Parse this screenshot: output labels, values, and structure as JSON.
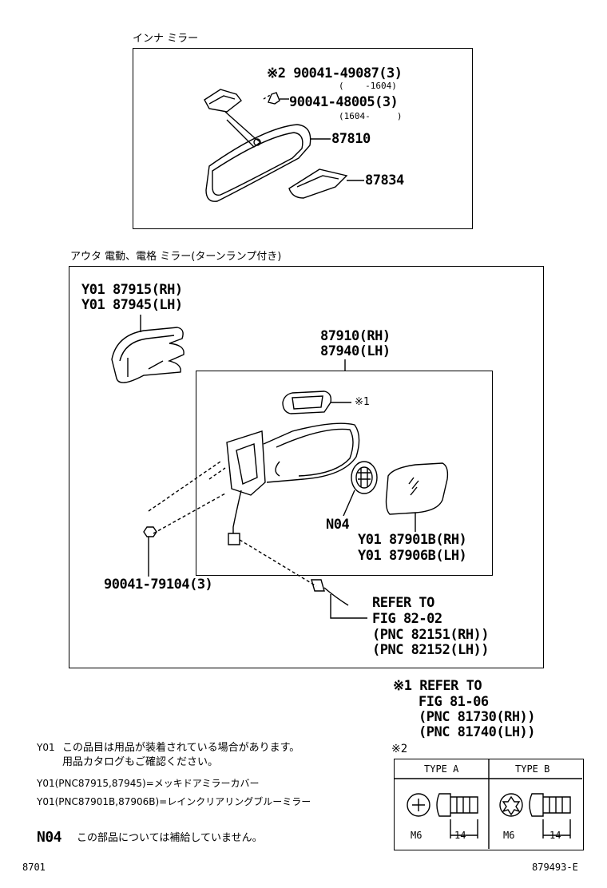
{
  "inner": {
    "title": "インナ ミラー",
    "p1": "※2 90041-49087(3)",
    "p1d": "(    -1604)",
    "p2": "90041-48005(3)",
    "p2d": "(1604-     )",
    "p3": "87810",
    "p4": "87834"
  },
  "outer": {
    "title": "アウタ 電動、電格 ミラー(ターンランプ付き)",
    "cover1": "Y01 87915(RH)",
    "cover2": "Y01 87945(LH)",
    "assy1": "87910(RH)",
    "assy2": "87940(LH)",
    "lamp": "※1",
    "n04": "N04",
    "glass1": "Y01 87901B(RH)",
    "glass2": "Y01 87906B(LH)",
    "nut": "90041-79104(3)",
    "ref1": "REFER TO",
    "ref2": "FIG 82-02",
    "ref3": "(PNC 82151(RH))",
    "ref4": "(PNC 82152(LH))"
  },
  "note1": {
    "l1": "※1 REFER TO",
    "l2": "FIG 81-06",
    "l3": "(PNC 81730(RH))",
    "l4": "(PNC 81740(LH))"
  },
  "note2": {
    "mark": "※2",
    "typeA": "TYPE A",
    "typeB": "TYPE B",
    "m6a": "M6",
    "m6b": "M6",
    "dimA": "14",
    "dimB": "14"
  },
  "legend": {
    "y01": "Y01",
    "y01text1": "この品目は用品が装着されている場合があります。",
    "y01text2": "用品カタログもご確認ください。",
    "line2": "Y01(PNC87915,87945)=メッキドアミラーカバー",
    "line3": "Y01(PNC87901B,87906B)=レインクリアリングブルーミラー",
    "n04": "N04",
    "n04text": "この部品については補給していません。"
  },
  "footer": {
    "left": "8701",
    "right": "879493-E"
  }
}
